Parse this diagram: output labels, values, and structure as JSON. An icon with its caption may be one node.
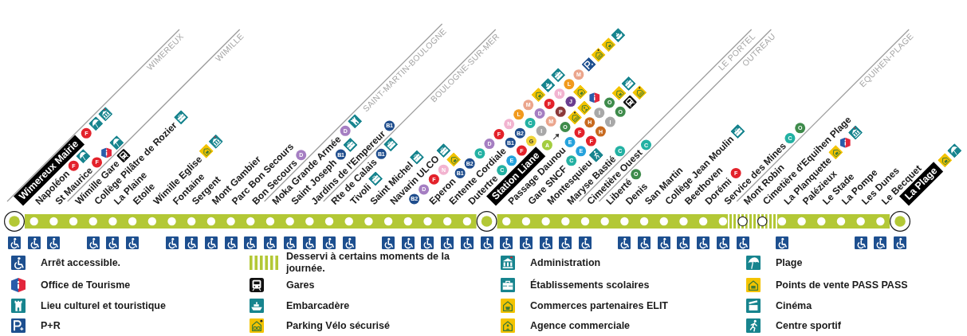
{
  "diagram": {
    "nodes": [
      {
        "text": [],
        "shape": "circle",
        "beside": [
          "Wimereux Mairie",
          "F"
        ]
      },
      {
        "text": [],
        "shape": "circle",
        "beside": [
          "Napoléon",
          "F"
        ]
      },
      {
        "text": [],
        "shape": "circle",
        "beside": [
          "St Maurice",
          "F"
        ]
      },
      {
        "text": [],
        "shape": "circle",
        "beside": [
          "Wimille Gare"
        ]
      },
      {
        "text": [],
        "shape": "circle",
        "beside": [
          "Collège Pilâtre de Rozier"
        ]
      },
      {
        "text": [],
        "shape": "circle",
        "beside": [
          "La Plaine"
        ]
      },
      {
        "text": [],
        "shape": "circle",
        "beside": [
          "Etoile"
        ]
      },
      {
        "text": [],
        "shape": "circle",
        "beside": [
          "Wimille Eglise"
        ]
      },
      {
        "text": [],
        "shape": "circle",
        "beside": [
          "Fontaine"
        ]
      },
      {
        "text": [],
        "shape": "circle",
        "beside": [
          "Sergent"
        ]
      },
      {
        "text": [],
        "shape": "circle",
        "beside": [
          "Mont Gambier"
        ]
      },
      {
        "text": [],
        "shape": "circle",
        "beside": [
          "Parc Bon Secours"
        ]
      },
      {
        "text": [],
        "shape": "circle",
        "beside": [
          "Bon Secours",
          "D"
        ]
      },
      {
        "text": [],
        "shape": "circle",
        "beside": [
          "Moka Grande Armée",
          "D"
        ]
      },
      {
        "text": [],
        "shape": "circle",
        "beside": [
          "Saint Joseph",
          "B1"
        ]
      },
      {
        "text": [],
        "shape": "circle",
        "beside": [
          "Jardins de l'Empereur",
          "B1"
        ]
      },
      {
        "text": [],
        "shape": "circle",
        "beside": [
          "Rte de Calais",
          "B1"
        ]
      },
      {
        "text": [],
        "shape": "circle",
        "beside": [
          "Tivoli"
        ]
      },
      {
        "text": [],
        "shape": "circle",
        "beside": [
          "Saint Michel"
        ]
      },
      {
        "text": [],
        "shape": "circle",
        "beside": [
          "Navarin ULCO"
        ]
      },
      {
        "text": [],
        "shape": "circle",
        "beside": [
          "B2",
          "D",
          "F",
          "N"
        ]
      },
      {
        "text": [],
        "shape": "circle",
        "beside": [
          "Eperon",
          "B1",
          "B2",
          "C",
          "D",
          "F",
          "N",
          "L",
          "M"
        ]
      },
      {
        "text": [],
        "shape": "circle",
        "beside": [
          "Entente Cordiale",
          "B1",
          "B2",
          "C",
          "D",
          "F",
          "N",
          "L",
          "M"
        ]
      },
      {
        "text": [],
        "shape": "circle",
        "beside": [
          "Dutertre",
          "C",
          "E",
          "F",
          "G",
          "I",
          "M",
          "P",
          "J"
        ]
      },
      {
        "text": [],
        "shape": "circle",
        "beside": [
          "Station Liane",
          "A",
          "O"
        ]
      },
      {
        "text": [],
        "shape": "circle",
        "beside": [
          "Passage Daunou",
          "E",
          "F",
          "H",
          "I",
          "O"
        ]
      },
      {
        "text": [],
        "shape": "circle",
        "beside": [
          "Gare SNCF",
          "C",
          "E",
          "F",
          "H",
          "I",
          "O"
        ]
      },
      {
        "text": [],
        "shape": "circle",
        "beside": [
          "Montesquieu"
        ]
      },
      {
        "text": [],
        "shape": "circle",
        "beside": [
          "Maryse Bastié",
          "C"
        ]
      },
      {
        "text": [],
        "shape": "circle",
        "beside": [
          "Cimetière Ouest",
          "C"
        ]
      },
      {
        "text": [],
        "shape": "circle",
        "beside": [
          "Liberté",
          "O"
        ]
      },
      {
        "text": [],
        "shape": "circle",
        "beside": [
          "Denis"
        ]
      },
      {
        "text": [],
        "shape": "circle",
        "beside": [
          "San Martin"
        ]
      },
      {
        "text": [],
        "shape": "circle",
        "beside": [
          "Collège Jean Moulin"
        ]
      },
      {
        "text": [],
        "shape": "circle",
        "beside": [
          "Beethoven"
        ]
      },
      {
        "text": [],
        "shape": "circle",
        "beside": [
          "Dorémi",
          "F"
        ]
      },
      {
        "text": [],
        "shape": "circle",
        "beside": [
          "Service des Mines",
          "C",
          "O"
        ]
      },
      {
        "text": [],
        "shape": "circle",
        "beside": [
          "Mont Robin"
        ]
      },
      {
        "text": [],
        "shape": "circle",
        "beside": [
          "Cimetière d'Equihen Plage"
        ]
      },
      {
        "text": [],
        "shape": "circle",
        "beside": [
          "La Planquette"
        ]
      },
      {
        "text": [],
        "shape": "circle",
        "beside": [
          "Palézieux"
        ]
      },
      {
        "text": [],
        "shape": "circle",
        "beside": [
          "Le Stade"
        ]
      },
      {
        "text": [],
        "shape": "circle",
        "beside": [
          "La Pompe"
        ]
      },
      {
        "text": [],
        "shape": "circle",
        "beside": [
          "Les Dunes"
        ]
      },
      {
        "text": [],
        "shape": "circle",
        "beside": [
          "Le Becquet"
        ]
      },
      {
        "text": [],
        "shape": "circle",
        "beside": [
          "La Plage"
        ]
      }
    ],
    "edges": [
      {
        "from": 0,
        "to": 1,
        "arrow": "none"
      },
      {
        "from": 1,
        "to": 2,
        "arrow": "none"
      },
      {
        "from": 2,
        "to": 3,
        "arrow": "none"
      },
      {
        "from": 3,
        "to": 4,
        "arrow": "none"
      },
      {
        "from": 4,
        "to": 5,
        "arrow": "none"
      },
      {
        "from": 5,
        "to": 6,
        "arrow": "none"
      },
      {
        "from": 6,
        "to": 7,
        "arrow": "none"
      },
      {
        "from": 7,
        "to": 8,
        "arrow": "none"
      },
      {
        "from": 8,
        "to": 9,
        "arrow": "none"
      },
      {
        "from": 9,
        "to": 10,
        "arrow": "none"
      },
      {
        "from": 10,
        "to": 11,
        "arrow": "none"
      },
      {
        "from": 11,
        "to": 12,
        "arrow": "none"
      },
      {
        "from": 12,
        "to": 13,
        "arrow": "none"
      },
      {
        "from": 13,
        "to": 14,
        "arrow": "none"
      },
      {
        "from": 14,
        "to": 15,
        "arrow": "none"
      },
      {
        "from": 15,
        "to": 16,
        "arrow": "none"
      },
      {
        "from": 16,
        "to": 17,
        "arrow": "none"
      },
      {
        "from": 17,
        "to": 18,
        "arrow": "none"
      },
      {
        "from": 18,
        "to": 19,
        "arrow": "none"
      },
      {
        "from": 19,
        "to": 20,
        "arrow": "none"
      },
      {
        "from": 20,
        "to": 21,
        "arrow": "none"
      },
      {
        "from": 21,
        "to": 22,
        "arrow": "none"
      },
      {
        "from": 22,
        "to": 23,
        "arrow": "none"
      },
      {
        "from": 23,
        "to": 24,
        "arrow": "none"
      },
      {
        "from": 24,
        "to": 25,
        "arrow": "none"
      },
      {
        "from": 25,
        "to": 26,
        "arrow": "none"
      },
      {
        "from": 26,
        "to": 27,
        "arrow": "none"
      },
      {
        "from": 27,
        "to": 28,
        "arrow": "none"
      },
      {
        "from": 28,
        "to": 29,
        "arrow": "none"
      },
      {
        "from": 29,
        "to": 30,
        "arrow": "none"
      },
      {
        "from": 30,
        "to": 31,
        "arrow": "none"
      },
      {
        "from": 31,
        "to": 32,
        "arrow": "none"
      },
      {
        "from": 32,
        "to": 33,
        "arrow": "none"
      },
      {
        "from": 33,
        "to": 34,
        "arrow": "none"
      },
      {
        "from": 34,
        "to": 35,
        "arrow": "none"
      },
      {
        "from": 35,
        "to": 36,
        "arrow": "none"
      },
      {
        "from": 36,
        "to": 37,
        "arrow": "none",
        "style": "dashed"
      },
      {
        "from": 37,
        "to": 38,
        "arrow": "none",
        "style": "dashed"
      },
      {
        "from": 38,
        "to": 39,
        "arrow": "none",
        "style": "dashed"
      },
      {
        "from": 39,
        "to": 40,
        "arrow": "none"
      },
      {
        "from": 40,
        "to": 41,
        "arrow": "none"
      },
      {
        "from": 41,
        "to": 42,
        "arrow": "none"
      },
      {
        "from": 42,
        "to": 43,
        "arrow": "none"
      },
      {
        "from": 43,
        "to": 44,
        "arrow": "none"
      },
      {
        "from": 44,
        "to": 45,
        "arrow": "none"
      }
    ],
    "labels": [
      "WIMEREUX",
      "WIMILLE",
      "SAINT-MARTIN-BOULOGNE",
      "BOULOGNE-SUR-MER",
      "LE PORTEL",
      "OUTREAU",
      "EQUIHEN-PLAGE"
    ],
    "legend": [
      {
        "text": "Arrêt accessible."
      },
      {
        "text": "Desservi à certains moments de la journée."
      },
      {
        "text": "Administration"
      },
      {
        "text": "Plage"
      },
      {
        "text": "Office de Tourisme"
      },
      {
        "text": "Gares"
      },
      {
        "text": "Établissements scolaires"
      },
      {
        "text": "Points de vente PASS PASS"
      },
      {
        "text": "Lieu culturel et touristique"
      },
      {
        "text": "Embarcadère"
      },
      {
        "text": "Commerces partenaires ELIT"
      },
      {
        "text": "Cinéma"
      },
      {
        "text": "P+R"
      },
      {
        "text": "Parking Vélo sécurisé"
      },
      {
        "text": "Agence commerciale"
      },
      {
        "text": "Centre sportif"
      }
    ]
  }
}
